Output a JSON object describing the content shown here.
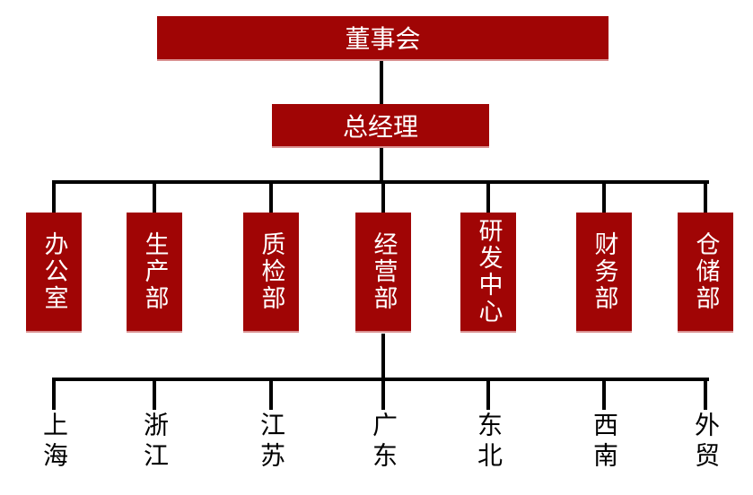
{
  "nodes": {
    "board": {
      "label": "董事会"
    },
    "general_manager": {
      "label": "总经理"
    }
  },
  "departments": [
    {
      "label": "办公室"
    },
    {
      "label": "生产部"
    },
    {
      "label": "质检部"
    },
    {
      "label": "经营部"
    },
    {
      "label": "研发中心"
    },
    {
      "label": "财务部"
    },
    {
      "label": "仓储部"
    }
  ],
  "regions": [
    {
      "label": "上海"
    },
    {
      "label": "浙江"
    },
    {
      "label": "江苏"
    },
    {
      "label": "广东"
    },
    {
      "label": "东北"
    },
    {
      "label": "西南"
    },
    {
      "label": "外贸"
    }
  ],
  "colors": {
    "box_fill": "#a00505",
    "box_edge_highlight": "#d99090",
    "box_text": "#ffffff",
    "connector": "#000000",
    "region_text": "#000000",
    "background": "#ffffff"
  }
}
